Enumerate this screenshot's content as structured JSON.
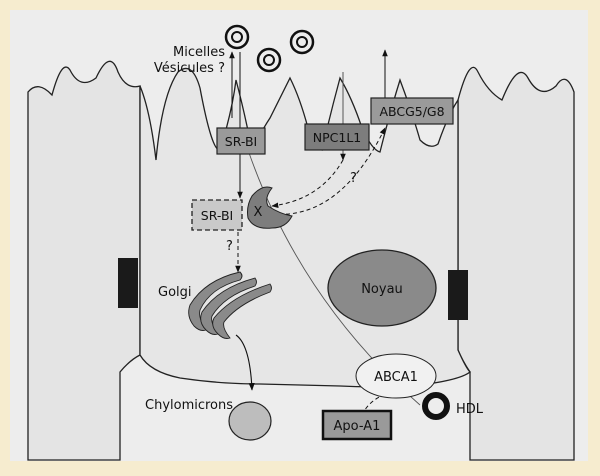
{
  "labels": {
    "micelles": "Micelles",
    "vesicules": "Vésicules ?",
    "srbi_top": "SR-BI",
    "srbi_inner": "SR-BI",
    "npc1l1": "NPC1L1",
    "abcg5g8": "ABCG5/G8",
    "x": "X",
    "q_npc": "?",
    "q_srbi": "?",
    "golgi": "Golgi",
    "noyau": "Noyau",
    "abca1": "ABCA1",
    "apoa1": "Apo-A1",
    "hdl": "HDL",
    "chylomicrons": "Chylomicrons"
  },
  "colors": {
    "background": "#f6eccf",
    "panel": "#ededed",
    "cell": "#e6e6e6",
    "box_fill": "#9a9a9a",
    "dark_fill": "#7d7d7d",
    "junction": "#1a1a1a",
    "chylo_fill": "#bdbdbd",
    "abca1_fill": "#f1f1f1"
  }
}
